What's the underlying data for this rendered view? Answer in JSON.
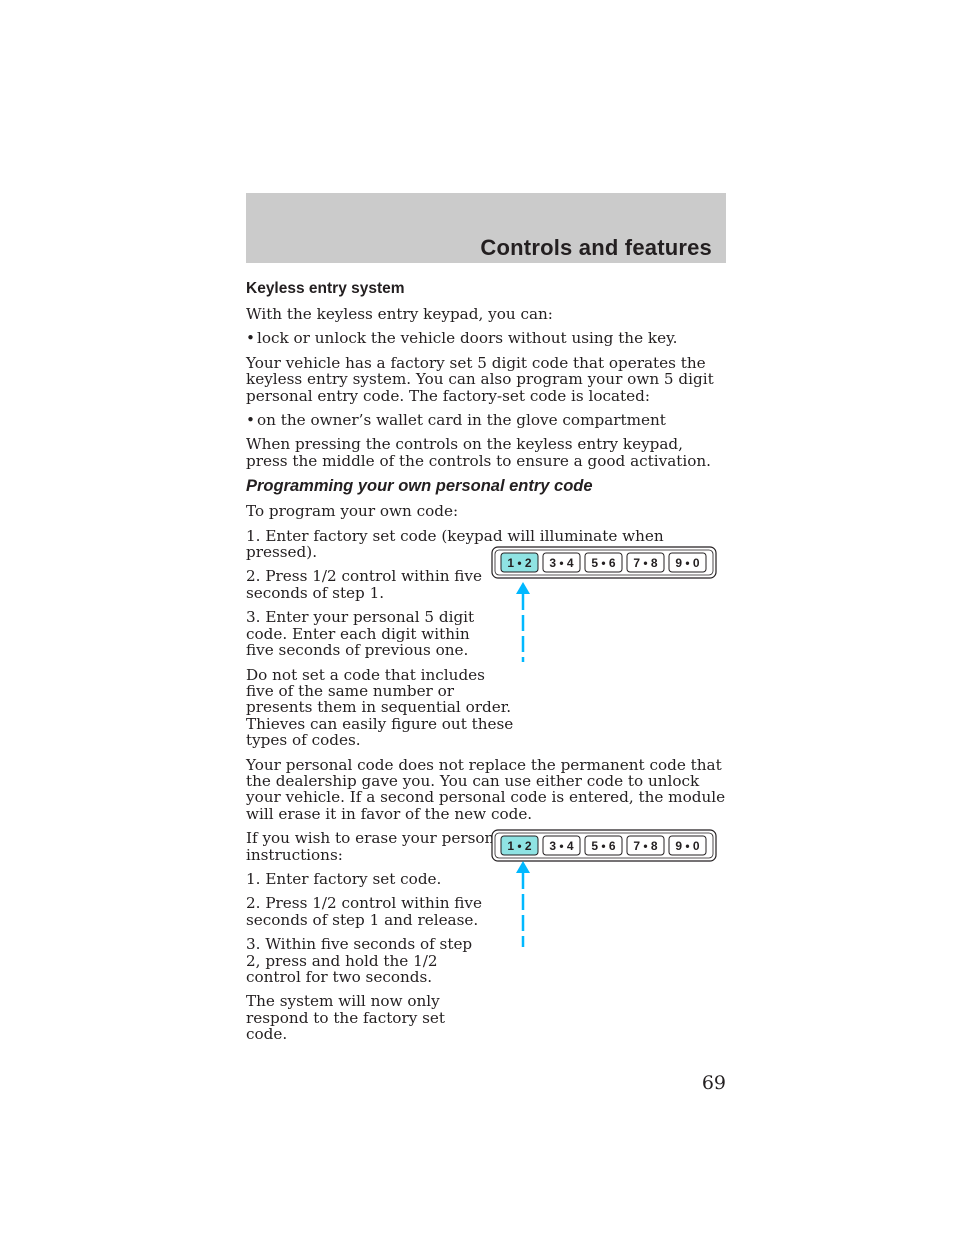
{
  "header": {
    "title": "Controls and features"
  },
  "section": {
    "heading": "Keyless entry system",
    "intro": "With the keyless entry keypad, you can:",
    "bullet1": "lock or unlock the vehicle doors without using the key.",
    "para1": "Your vehicle has a factory set 5 digit code that operates the keyless entry system. You can also program your own 5 digit personal entry code. The factory-set code is located:",
    "bullet2": "on the owner’s wallet card in the glove compartment",
    "para2": "When pressing the controls on the keyless entry keypad, press the middle of the controls to ensure a good activation."
  },
  "programming": {
    "heading": "Programming your own personal entry code",
    "intro": "To program your own code:",
    "step1": "1. Enter factory set code (keypad will illuminate when pressed).",
    "step2": "2. Press 1/2 control within five seconds of step 1.",
    "step3": "3. Enter your personal 5 digit code. Enter each digit within five seconds of previous one.",
    "warning": "Do not set a code that includes five of the same number or presents them in sequential order. Thieves can easily figure out these types of codes.",
    "para": "Your personal code does not replace the permanent code that the dealership gave you. You can use either code to unlock your vehicle. If a second personal code is entered, the module will erase it in favor of the new code."
  },
  "erase": {
    "intro": "If you wish to erase your personal code, use the following instructions:",
    "step1": "1. Enter factory set code.",
    "step2": "2. Press 1/2 control within five seconds of step 1 and release.",
    "step3": "3. Within five seconds of step 2, press and hold the 1/2 control for two seconds.",
    "final": "The system will now only respond to the factory set code."
  },
  "keypad": {
    "buttons": [
      "1 • 2",
      "3 • 4",
      "5 • 6",
      "7 • 8",
      "9 • 0"
    ],
    "highlight_color": "#8fe3e3",
    "button_color": "#ffffff",
    "arrow_color": "#00b8ff"
  },
  "page_number": "69"
}
